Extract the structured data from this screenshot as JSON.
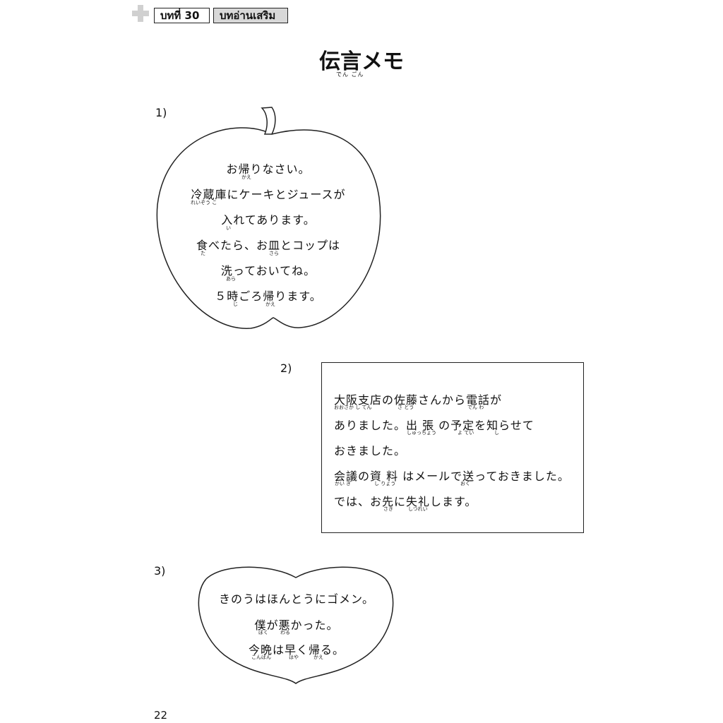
{
  "header": {
    "lesson_label": "บทที่ 30",
    "section_label": "บทอ่านเสริม"
  },
  "title": {
    "text": "伝言メモ",
    "ruby": "でん ごん"
  },
  "memo1": {
    "number": "1)",
    "lines": [
      "お帰りなさい。",
      "冷蔵庫にケーキとジュースが",
      "入れてあります。",
      "食べたら、お皿とコップは",
      "洗っておいてね。",
      "５時ごろ帰ります。"
    ],
    "rubies": [
      "かえ",
      "れいぞう こ",
      "い",
      "た",
      "さら",
      "あら",
      "じ",
      "かえ"
    ]
  },
  "memo2": {
    "number": "2)",
    "lines": [
      "大阪支店の佐藤さんから電話が",
      "ありました。出 張 の予定を知らせて",
      "おきました。",
      "会議の資 料 はメールで送っておきました。",
      "では、お先に失礼します。"
    ],
    "rubies": [
      "おおさか し てん",
      "さ とう",
      "でん わ",
      "しゅっちょう",
      "よ てい",
      "し",
      "かい ぎ",
      "し りょう",
      "おく",
      "さき",
      "しつれい"
    ]
  },
  "memo3": {
    "number": "3)",
    "lines": [
      "きのうはほんとうにゴメン。",
      "僕が悪かった。",
      "今晩は早く帰る。"
    ],
    "rubies": [
      "ぼく",
      "わる",
      "こんばん",
      "はや",
      "かえ"
    ]
  },
  "footer": {
    "page_number": "22"
  }
}
